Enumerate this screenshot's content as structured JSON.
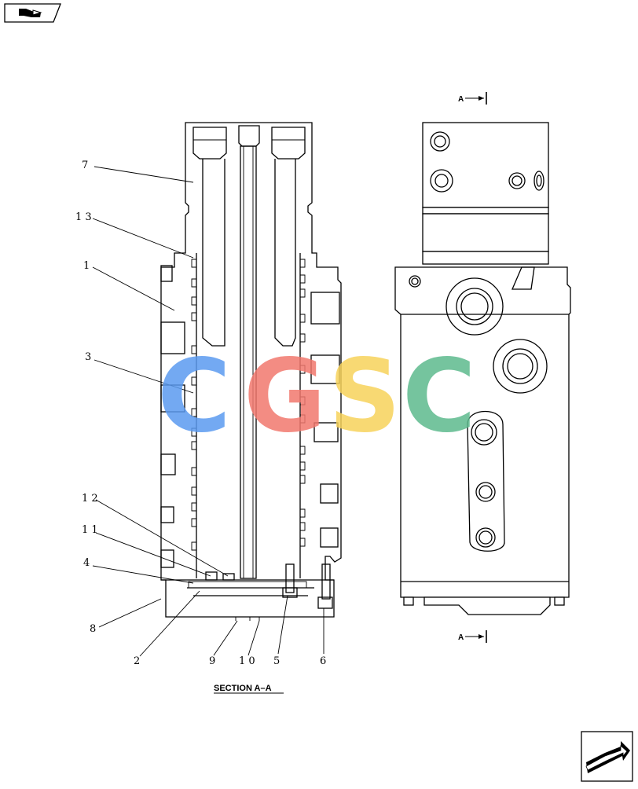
{
  "section_title": "SECTION  A–A",
  "section_arrow_label": "A",
  "watermark": {
    "letters": [
      "C",
      "G",
      "S",
      "C"
    ],
    "colors": [
      "#5b9bf0",
      "#f2786e",
      "#f7d35b",
      "#5dba8e"
    ]
  },
  "callouts": {
    "c7": "7",
    "c13": "1 3",
    "c1": "1",
    "c3": "3",
    "c12": "1 2",
    "c11": "1 1",
    "c4": "4",
    "c8": "8",
    "c2": "2",
    "c9": "9",
    "c10": "1 0",
    "c5": "5",
    "c6": "6"
  },
  "icons": {
    "top_left": "book-arrow-icon",
    "bottom_right": "next-page-arrow-icon"
  }
}
